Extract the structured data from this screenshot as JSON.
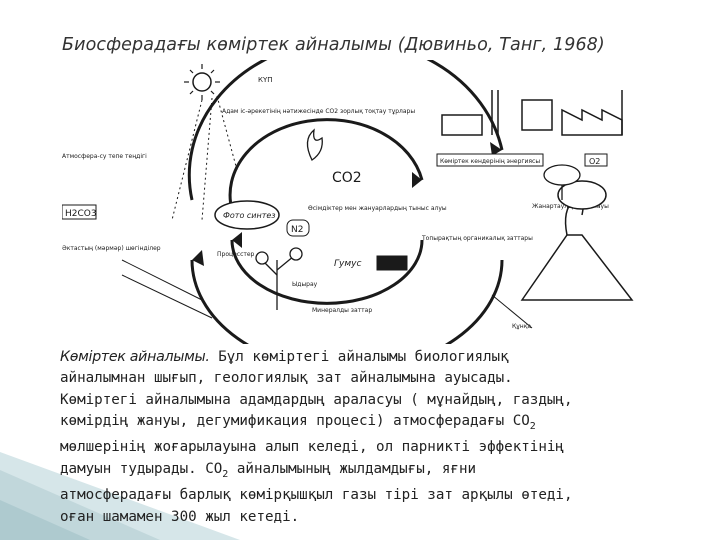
{
  "slide": {
    "title": "Биосферадағы көміртек айналымы (Дювиньо, Танг, 1968)"
  },
  "diagram": {
    "labels": {
      "kup": "КҮП",
      "human_activity": "Адам іс-әрекетінің нәтижесінде СО2 зорлық тоқтау тұрлары",
      "atmosphere_sea": "Атмосфера-су тепе теңдігі",
      "h2co3": "H2CO3",
      "co2": "CO2",
      "photosynthesis": "Фото синтез",
      "fuel_energy": "Көміртек кендерінің энергиясы",
      "o2": "O2",
      "respiration": "Өсімдіктер мен жануарлардың тыныс алуы",
      "fires": "Жанартаулар атқылауы",
      "n2": "N2",
      "limestone": "Әктастың (мәрмәр) шөгінділер",
      "processes": "Процесстер",
      "soil_org": "Топырақтың органикалық заттары",
      "humus": "Гумус",
      "carbonates": "Ыдырау",
      "minerals": "Минералды заттар",
      "oil": "Құнқа"
    }
  },
  "text": {
    "lead": "Көміртек айналымы.",
    "line1_rest": " Бұл көміртегі айналымы биологиялық",
    "line2": "айналымнан шығып, геологиялық зат айналымына ауысады.",
    "line3": "Көміртегі айналымына адамдардың араласуы ( мұнайдың, газдың,",
    "line4_a": "көмірдің жануы, дегумификация процесі) атмосферадағы СО",
    "line4_sub": "2",
    "line5": "мөлшерінің жоғарылауына алып келеді, ол парникті эффектінің",
    "line6_a": "дамуын тудырады. СО",
    "line6_sub": "2",
    "line6_b": " айналымының жылдамдығы, яғни",
    "line7": "атмосферадағы барлық көмірқышқыл газы тірі зат арқылы өтеді,",
    "line8": "оған шамамен 300 жыл кетеді."
  },
  "colors": {
    "text": "#222222",
    "title": "#333333",
    "diagram": "#1a1a1a",
    "deco_teal": "#c9dde0"
  }
}
